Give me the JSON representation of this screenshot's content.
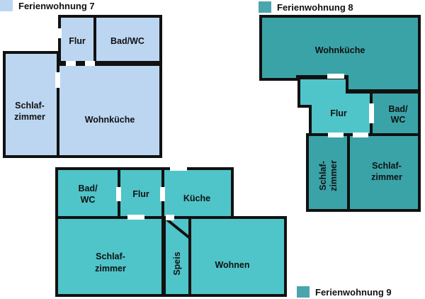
{
  "colors": {
    "light_blue": "#bcd6f2",
    "light_teal": "#4fc4c9",
    "dark_teal": "#3aa3a8",
    "legend_teal": "#4aa5ad",
    "wall": "#111111"
  },
  "legends": {
    "fw7": "Ferienwohnung 7",
    "fw8": "Ferienwohnung 8",
    "fw9": "Ferienwohnung 9"
  },
  "rooms": {
    "fw7": {
      "flur": "Flur",
      "bad": "Bad/WC",
      "schlaf_1": "Schlaf-",
      "schlaf_2": "zimmer",
      "wohnkueche": "Wohnküche"
    },
    "fw8": {
      "wohnkueche": "Wohnküche",
      "flur": "Flur",
      "bad_1": "Bad/",
      "bad_2": "WC",
      "schlaf_rot_1": "Schlaf-",
      "schlaf_rot_2": "zimmer",
      "schlaf_1": "Schlaf-",
      "schlaf_2": "zimmer"
    },
    "fw9": {
      "bad_1": "Bad/",
      "bad_2": "WC",
      "flur": "Flur",
      "kueche": "Küche",
      "schlaf_1": "Schlaf-",
      "schlaf_2": "zimmer",
      "speis": "Speis",
      "wohnen": "Wohnen"
    }
  }
}
